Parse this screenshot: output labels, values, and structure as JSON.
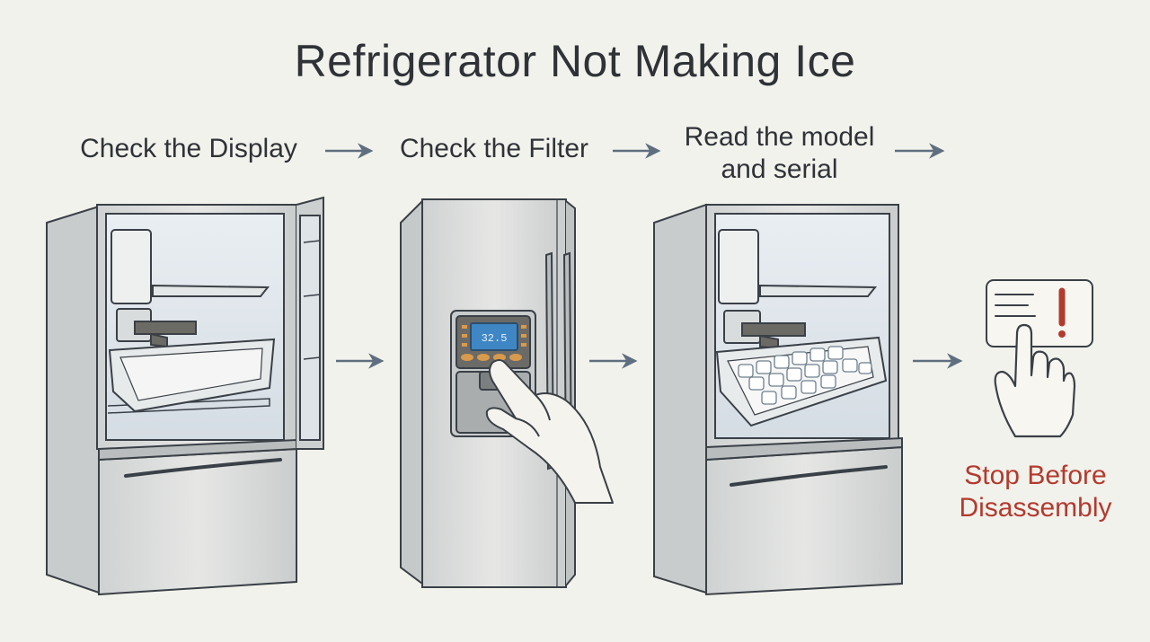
{
  "title": "Refrigerator Not Making Ice",
  "steps": [
    {
      "label": "Check the Display"
    },
    {
      "label": "Check the Filter"
    },
    {
      "lines": [
        "Read the model",
        "and serial"
      ]
    }
  ],
  "final_step": {
    "lines": [
      "Stop Before",
      "Disassembly"
    ]
  },
  "display_readout": "32.5",
  "colors": {
    "background": "#f2f2ec",
    "ink": "#3a4047",
    "arrow": "#5f6f80",
    "warning": "#b33a2e",
    "display_screen": "#3f86c4",
    "display_buttons": "#d89a4c",
    "fridge_body": "#dcdedd"
  },
  "icons": [
    "arrow-right-icon",
    "refrigerator-icon",
    "ice-bin-icon",
    "hand-pointing-icon",
    "warning-sign-icon"
  ]
}
